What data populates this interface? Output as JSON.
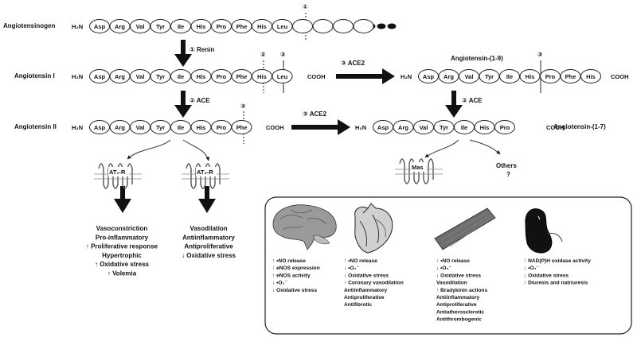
{
  "labels": {
    "angiotensinogen": "Angiotensinogen",
    "ang1": "Angiotensin I",
    "ang2": "Angiotensin II",
    "ang19": "Angiotensin-(1-9)",
    "ang17": "Angiotensin-(1-7)"
  },
  "termini": {
    "n": "H₂N",
    "c": "COOH"
  },
  "chains": {
    "angiotensinogen": [
      "Asp",
      "Arg",
      "Val",
      "Tyr",
      "Ile",
      "His",
      "Pro",
      "Phe",
      "His",
      "Leu",
      "",
      "",
      "",
      ""
    ],
    "ang1": [
      "Asp",
      "Arg",
      "Val",
      "Tyr",
      "Ile",
      "His",
      "Pro",
      "Phe",
      "His",
      "Leu"
    ],
    "ang2": [
      "Asp",
      "Arg",
      "Val",
      "Tyr",
      "Ile",
      "His",
      "Pro",
      "Phe"
    ],
    "ang19": [
      "Asp",
      "Arg",
      "Val",
      "Tyr",
      "Ile",
      "His",
      "Pro",
      "Phe",
      "His"
    ],
    "ang17": [
      "Asp",
      "Arg",
      "Val",
      "Tyr",
      "Ile",
      "His",
      "Pro"
    ]
  },
  "cleavage_marks": {
    "one": "①",
    "two": "②",
    "three": "③"
  },
  "enzymes": {
    "renin": "① Renin",
    "ace_a": "② ACE",
    "ace_b": "② ACE",
    "ace2_a": "③ ACE2",
    "ace2_b": "③ ACE2"
  },
  "receptors": {
    "at1": "AT₁-R",
    "at2": "AT₂-R",
    "mas": "Mas",
    "others": "Others",
    "others_q": "?"
  },
  "at1_effects": [
    "Vasoconstriction",
    "Pro-inflammatory",
    "↑ Proliferative response",
    "Hypertrophic",
    "↑ Oxidative stress",
    "↑ Volemia"
  ],
  "at2_effects": [
    "Vasodilation",
    "Antiinflammatory",
    "Antiproliferative",
    "↓ Oxidative stress"
  ],
  "organs": {
    "brain": [
      "↑ •NO release",
      "↑ eNOS expression",
      "↑ eNOS activity",
      "↓ •O₂⁻",
      "↓ Oxidative stress"
    ],
    "heart": [
      "↑ •NO release",
      "↓ •O₂⁻",
      "↓ Oxidative stress",
      "↑ Coronary vasodilation",
      "Antiinflammatory",
      "Antiproliferative",
      "Antifibrotic"
    ],
    "vessel": [
      "↑ •NO release",
      "↓ •O₂⁻",
      "↓ Oxidative stress",
      "Vasodilation",
      "↑ Bradykinin actions",
      "Antiinflammatory",
      "Antiproliferative",
      "Antiatherosclerotic",
      "Antithrombogenic"
    ],
    "kidney": [
      "↑ NAD(P)H oxidase activity",
      "↓ •O₂⁻",
      "↓ Oxidative stress",
      "↑ Diuresis and natriuresis"
    ]
  }
}
